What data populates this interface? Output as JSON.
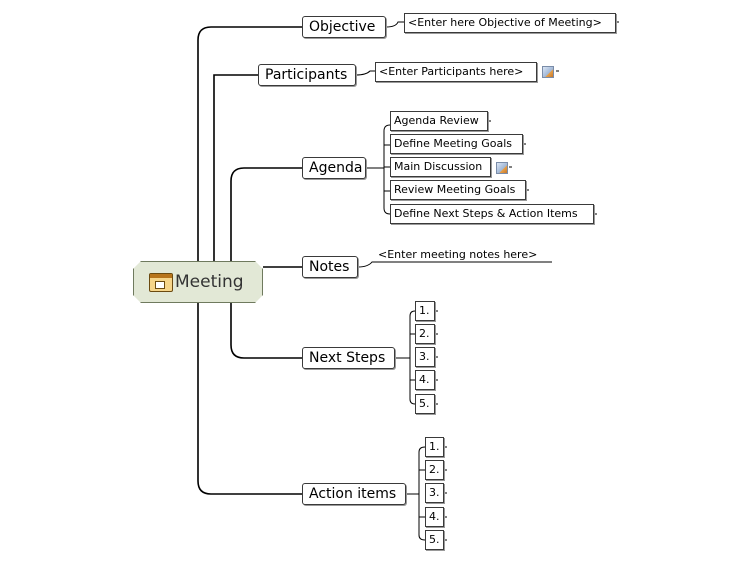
{
  "central": {
    "title": "Meeting",
    "icon": "calendar-icon"
  },
  "branches": {
    "objective": {
      "label": "Objective",
      "placeholder": "<Enter here Objective of Meeting>"
    },
    "participants": {
      "label": "Participants",
      "placeholder": "<Enter Participants here>",
      "icon": "attachment-icon"
    },
    "agenda": {
      "label": "Agenda",
      "items": [
        "Agenda Review",
        "Define Meeting Goals",
        "Main Discussion",
        "Review Meeting Goals",
        "Define Next Steps & Action Items"
      ],
      "icon": "attachment-icon"
    },
    "notes": {
      "label": "Notes",
      "placeholder": "<Enter meeting notes here>"
    },
    "next_steps": {
      "label": "Next Steps",
      "items": [
        "1.",
        "2.",
        "3.",
        "4.",
        "5."
      ]
    },
    "action_items": {
      "label": "Action items",
      "items": [
        "1.",
        "2.",
        "3.",
        "4.",
        "5."
      ]
    }
  }
}
